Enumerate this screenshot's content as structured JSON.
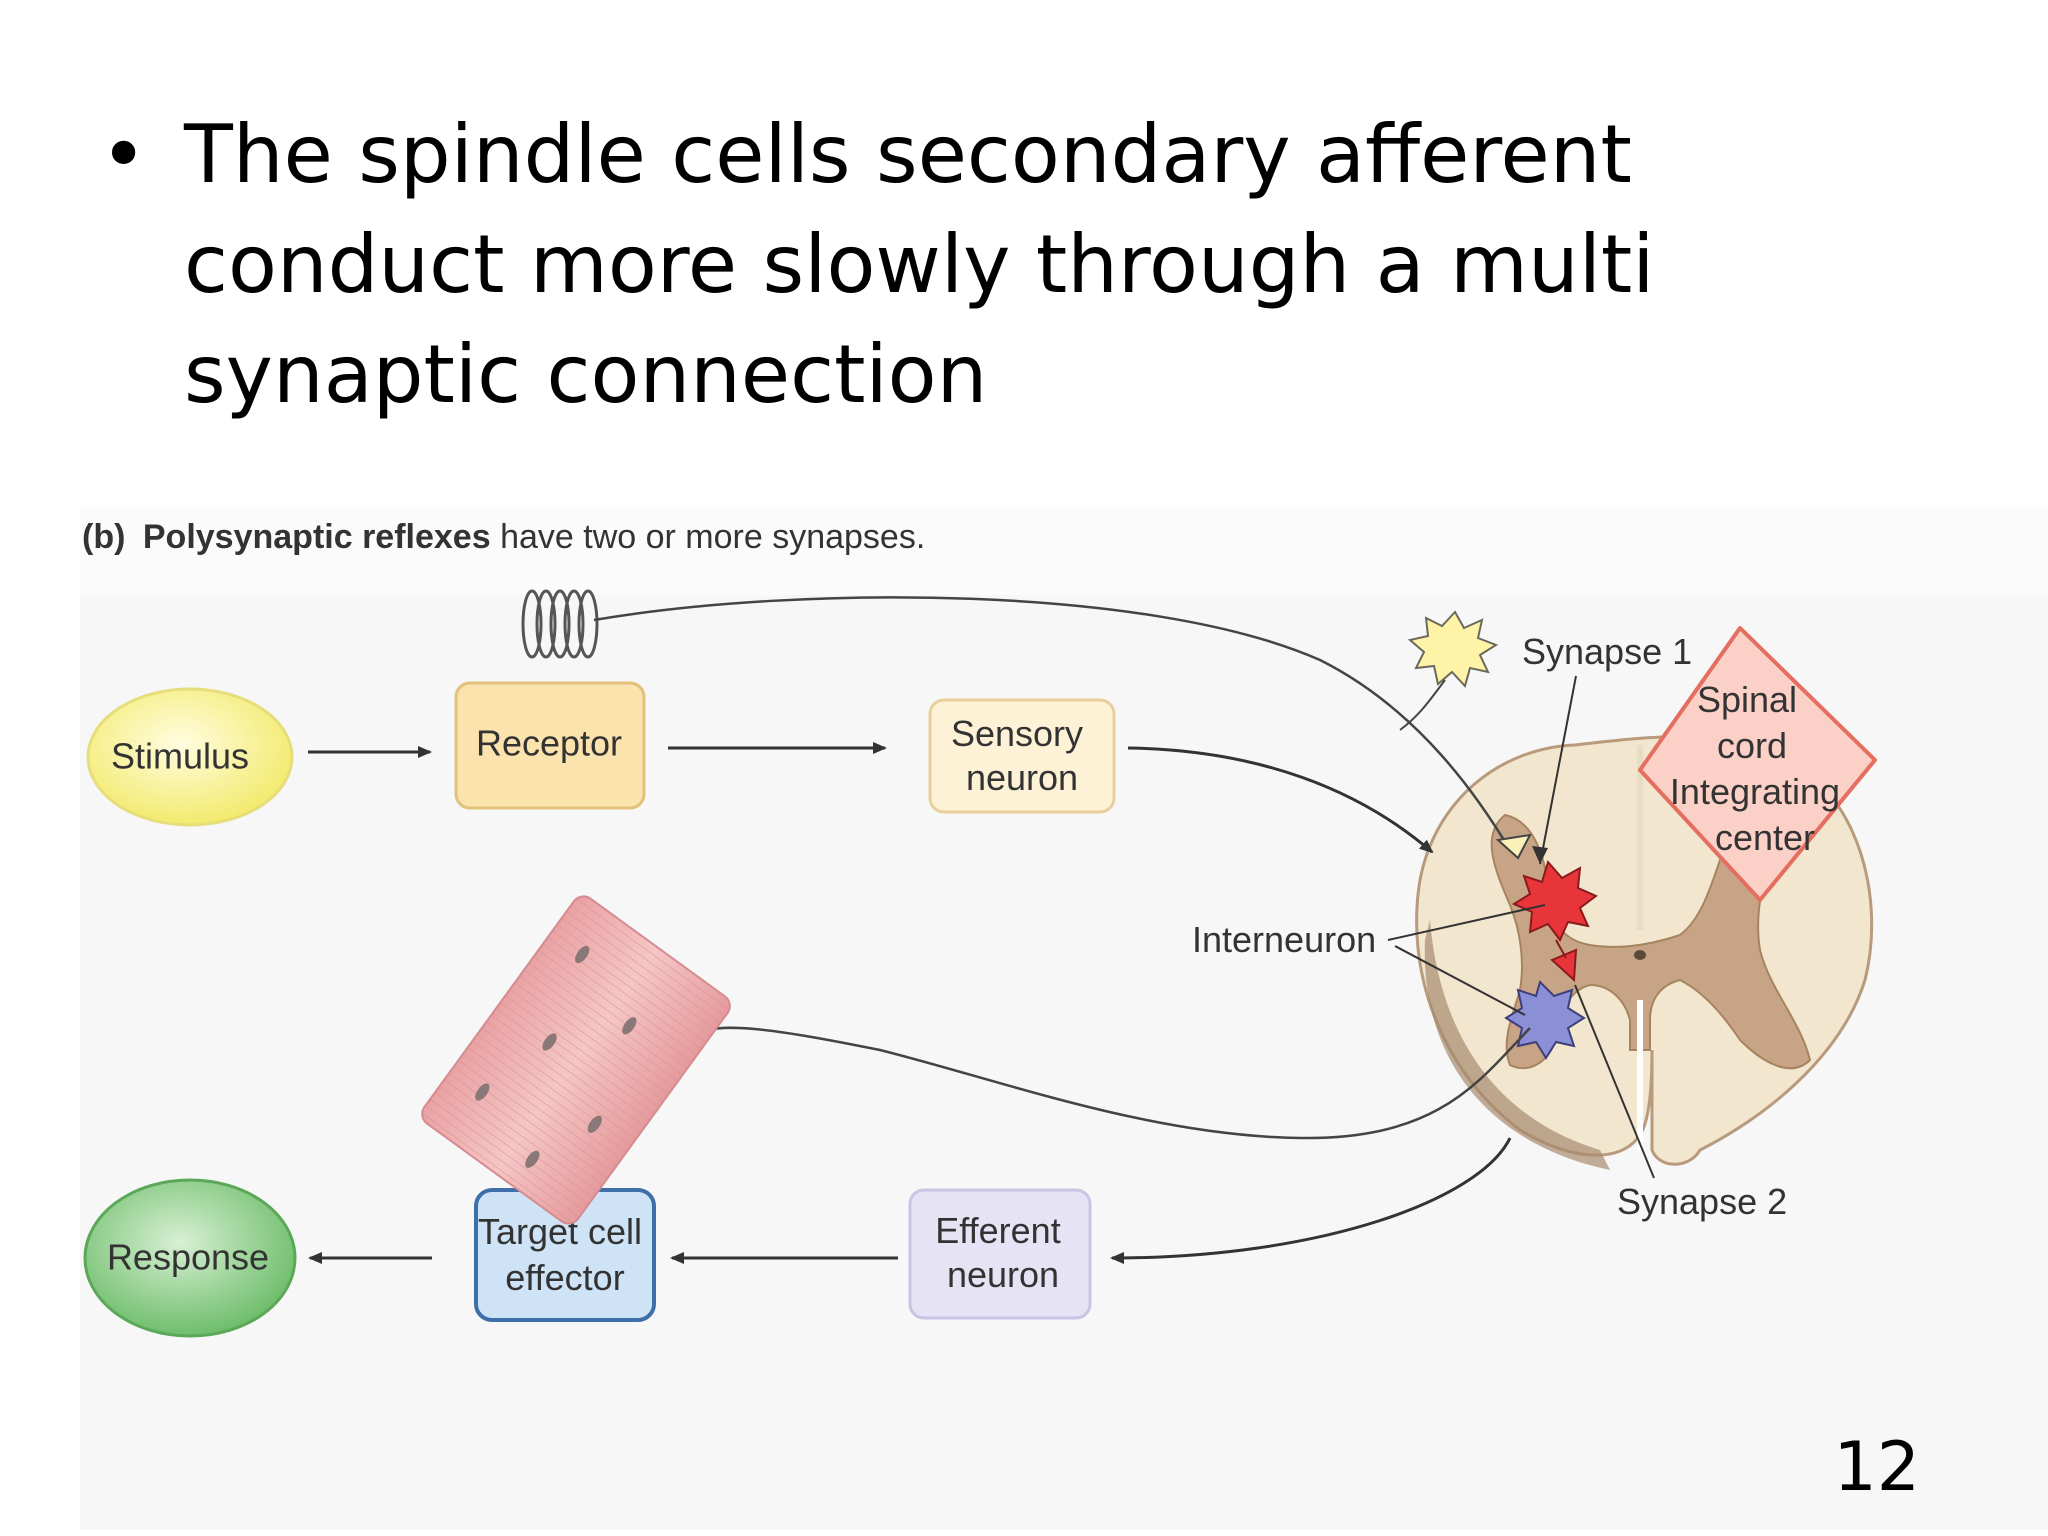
{
  "slide": {
    "bullet_char": "•",
    "bullet_text": "The spindle cells secondary afferent conduct more slowly through a multi synaptic connection",
    "page_number": "12"
  },
  "figure": {
    "caption_part": "(b)",
    "caption_bold": "Polysynaptic reflexes",
    "caption_rest": " have two or more synapses.",
    "nodes": {
      "stimulus": "Stimulus",
      "receptor": "Receptor",
      "sensory_line1": "Sensory",
      "sensory_line2": "neuron",
      "efferent_line1": "Efferent",
      "efferent_line2": "neuron",
      "target_line1": "Target cell",
      "target_line2": "effector",
      "response": "Response"
    },
    "labels": {
      "synapse1": "Synapse 1",
      "synapse2": "Synapse 2",
      "interneuron": "Interneuron",
      "center_line1": "Spinal",
      "center_line2": "cord",
      "center_line3": "Integrating",
      "center_line4": "center"
    },
    "colors": {
      "stimulus_fill": "#f6ef8a",
      "receptor_fill": "#fbe3ad",
      "sensory_fill": "#fdf1d6",
      "efferent_fill": "#e6e4f4",
      "target_fill": "#cfe3f6",
      "response_fill": "#8fcf8c",
      "center_fill": "#fbd0c6",
      "center_stroke": "#e46e60",
      "interneuron": "#e8353a",
      "motor_neuron": "#8a8fd6",
      "cord_white": "#f2e6cf",
      "cord_grey": "#c8a486"
    }
  }
}
